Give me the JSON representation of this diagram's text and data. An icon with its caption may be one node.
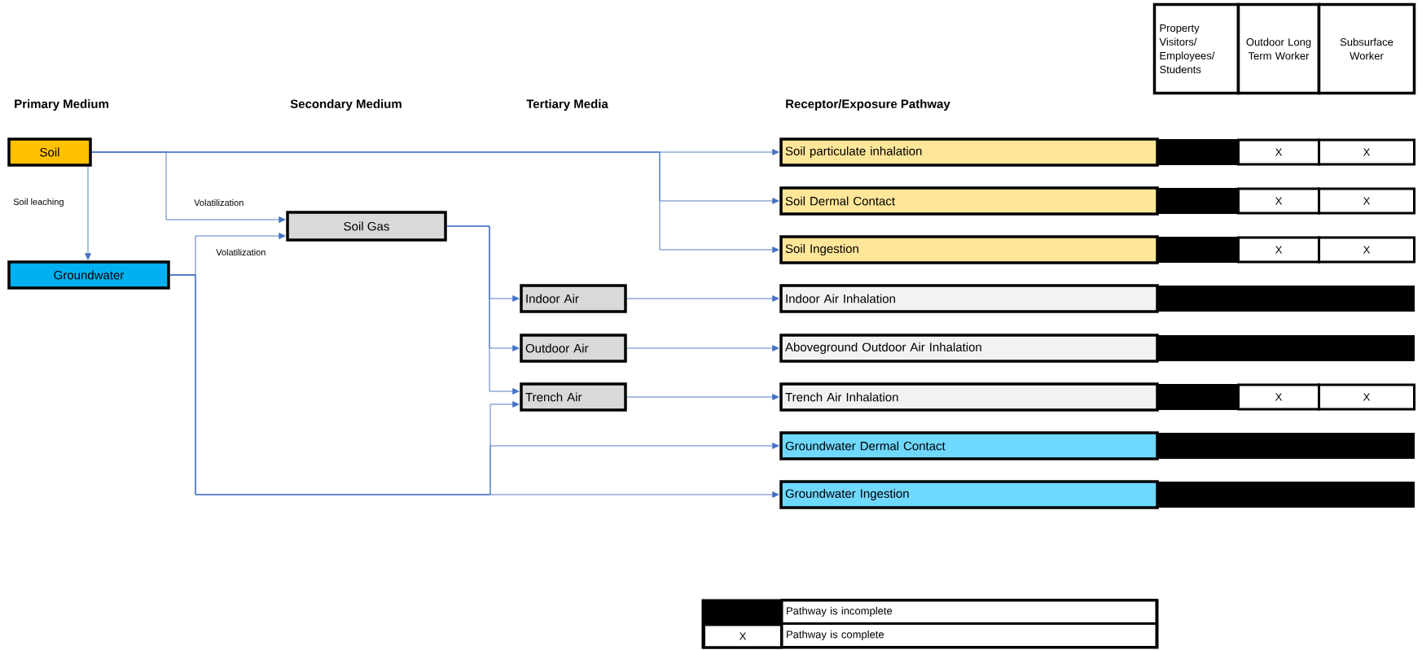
{
  "diagram": {
    "nodes": [
      {
        "text": [
          "Soil"
        ]
      },
      {
        "text": [
          "Groundwater"
        ]
      },
      {
        "text": [
          "Soil Gas"
        ]
      },
      {
        "text": [
          "Indoor Air"
        ]
      },
      {
        "text": [
          "Outdoor Air"
        ]
      },
      {
        "text": [
          "Trench Air"
        ]
      },
      {
        "text": [
          "Soil particulate inhalation"
        ]
      },
      {
        "text": [
          "Soil Dermal Contact"
        ]
      },
      {
        "text": [
          "Soil Ingestion"
        ]
      },
      {
        "text": [
          "Indoor Air Inhalation"
        ]
      },
      {
        "text": [
          "Aboveground Outdoor Air Inhalation"
        ]
      },
      {
        "text": [
          "Trench Air Inhalation"
        ]
      },
      {
        "text": [
          "Groundwater Dermal Contact"
        ]
      },
      {
        "text": [
          "Groundwater Ingestion"
        ]
      }
    ],
    "edges": [
      {
        "from": 0,
        "to": 1,
        "arrow": "to"
      },
      {
        "from": 0,
        "to": 2,
        "arrow": "to"
      },
      {
        "from": 1,
        "to": 2,
        "arrow": "to"
      },
      {
        "from": 0,
        "to": 6,
        "arrow": "to"
      },
      {
        "from": 0,
        "to": 7,
        "arrow": "to"
      },
      {
        "from": 0,
        "to": 8,
        "arrow": "to"
      },
      {
        "from": 2,
        "to": 3,
        "arrow": "to"
      },
      {
        "from": 2,
        "to": 4,
        "arrow": "to"
      },
      {
        "from": 2,
        "to": 5,
        "arrow": "to"
      },
      {
        "from": 1,
        "to": 5,
        "arrow": "to"
      },
      {
        "from": 1,
        "to": 12,
        "arrow": "to"
      },
      {
        "from": 1,
        "to": 13,
        "arrow": "to"
      },
      {
        "from": 3,
        "to": 9,
        "arrow": "to"
      },
      {
        "from": 4,
        "to": 10,
        "arrow": "to"
      },
      {
        "from": 5,
        "to": 11,
        "arrow": "to"
      }
    ],
    "labels": [
      "Property Visitors/ Employees/ Students",
      "Outdoor Long Term Worker",
      "Subsurface Worker",
      "Primary Medium",
      "Secondary Medium",
      "Tertiary Media",
      "Receptor/Exposure Pathway",
      "Soil leaching",
      "Volatilization",
      "Volatilization",
      "X",
      "X",
      "X",
      "X",
      "X",
      "X",
      "X",
      "X",
      "X"
    ],
    "legend": [
      {
        "text": "Pathway is incomplete",
        "color": "#000000"
      },
      {
        "text": "Pathway is complete"
      }
    ]
  }
}
